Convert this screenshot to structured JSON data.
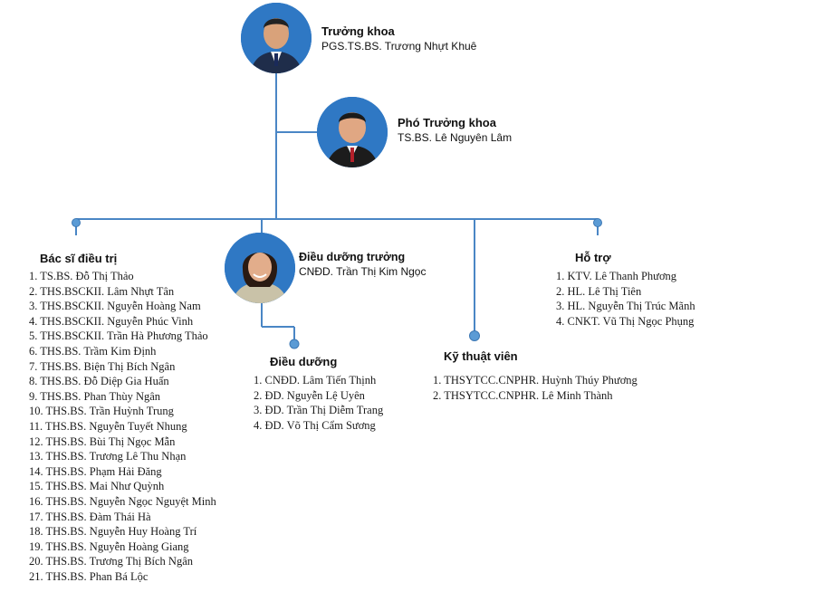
{
  "head": {
    "role": "Trưởng khoa",
    "name": "PGS.TS.BS. Trương Nhựt Khuê"
  },
  "deputy": {
    "role": "Phó Trưởng khoa",
    "name": "TS.BS. Lê Nguyên Lâm"
  },
  "head_nurse": {
    "role": "Điều dưỡng trưởng",
    "name": "CNĐD. Trần Thị Kim Ngọc"
  },
  "groups": {
    "doctors": {
      "title": "Bác sĩ điều trị",
      "items": [
        "1. TS.BS. Đỗ Thị Thảo",
        "2. THS.BSCKII. Lâm Nhựt Tân",
        "3. THS.BSCKII. Nguyễn Hoàng Nam",
        "4. THS.BSCKII. Nguyễn Phúc Vinh",
        "5. THS.BSCKII. Trần Hà Phương Thảo",
        "6. THS.BS. Trầm Kim Định",
        "7. THS.BS. Biện Thị Bích Ngân",
        "8. THS.BS. Đỗ Diệp Gia Huấn",
        "9. THS.BS. Phan Thùy Ngân",
        "10. THS.BS. Trần Huỳnh Trung",
        "11. THS.BS. Nguyễn Tuyết Nhung",
        "12. THS.BS. Bùi Thị Ngọc Mẫn",
        "13. THS.BS. Trương Lê Thu Nhạn",
        "14. THS.BS. Phạm Hải Đăng",
        "15. THS.BS. Mai Như Quỳnh",
        "16. THS.BS. Nguyễn Ngọc Nguyệt Minh",
        "17. THS.BS. Đàm Thái Hà",
        "18. THS.BS. Nguyễn Huy Hoàng Trí",
        "19. THS.BS. Nguyễn Hoàng Giang",
        "20. THS.BS. Trương Thị Bích Ngân",
        "21. THS.BS.  Phan Bá Lộc"
      ]
    },
    "nurses": {
      "title": "Điều dưỡng",
      "items": [
        "1. CNĐD. Lâm Tiến Thịnh",
        "2. ĐD. Nguyễn Lệ Uyên",
        "3. ĐD. Trần Thị Diễm Trang",
        "4. ĐD. Võ Thị Cẩm Sương"
      ]
    },
    "technicians": {
      "title": "Kỹ thuật viên",
      "items": [
        "1. THSYTCC.CNPHR. Huỳnh Thúy Phương",
        "2. THSYTCC.CNPHR. Lê Minh Thành"
      ]
    },
    "support": {
      "title": "Hỗ trợ",
      "items": [
        "1. KTV. Lê Thanh Phương",
        "2. HL. Lê Thị Tiên",
        "3. HL. Nguyễn Thị Trúc Mãnh",
        "4. CNKT. Vũ Thị Ngọc Phụng"
      ]
    }
  },
  "colors": {
    "connector": "#4a86c5",
    "node_fill": "#5b9bd5",
    "node_stroke": "#3d78b4",
    "avatar_bg": "#2f78c4"
  }
}
